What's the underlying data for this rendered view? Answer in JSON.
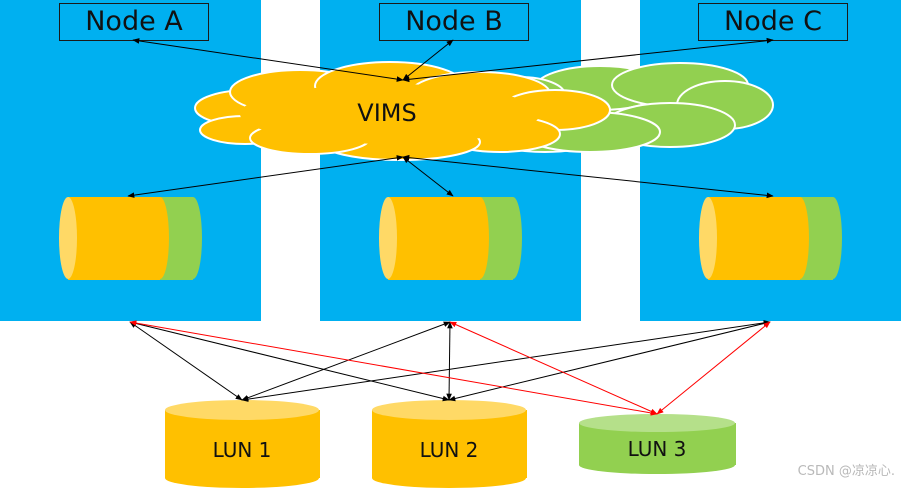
{
  "nodes": [
    {
      "label": "Node A"
    },
    {
      "label": "Node B"
    },
    {
      "label": "Node C"
    }
  ],
  "cloud": {
    "label": "VIMS",
    "primary_color": "#ffc000",
    "secondary_color": "#92d050"
  },
  "luns": [
    {
      "label": "LUN 1",
      "color": "#ffc000"
    },
    {
      "label": "LUN 2",
      "color": "#ffc000"
    },
    {
      "label": "LUN 3",
      "color": "#92d050"
    }
  ],
  "colors": {
    "panel": "#00b0f0",
    "arrow_default": "#000000",
    "arrow_highlight": "#ff0000"
  },
  "watermark": "CSDN @凉凉心."
}
